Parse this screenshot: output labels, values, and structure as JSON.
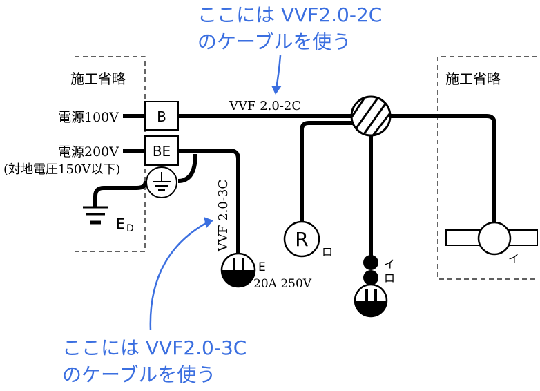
{
  "annotations": {
    "top_line1": "ここには VVF2.0-2C",
    "top_line2": "のケーブルを使う",
    "bottom_line1": "ここには VVF2.0-3C",
    "bottom_line2": "のケーブルを使う",
    "color": "#3b6fe0"
  },
  "omitted_left": "施工省略",
  "omitted_right": "施工省略",
  "power_100v": "電源100V",
  "power_200v": "電源200V",
  "power_200v_note": "(対地電圧150V以下)",
  "breaker_b": "B",
  "breaker_be": "BE",
  "ground_label": "E",
  "ground_sub": "D",
  "cable_2c": "VVF 2.0-2C",
  "cable_3c": "VVF 2.0-3C",
  "outlet_mark": "E",
  "outlet_rating": "20A 250V",
  "lamp_r_symbol": "R",
  "lamp_r_label": "ロ",
  "switch_label_i": "イ",
  "switch_label_ro": "ロ",
  "fixture_label": "イ"
}
